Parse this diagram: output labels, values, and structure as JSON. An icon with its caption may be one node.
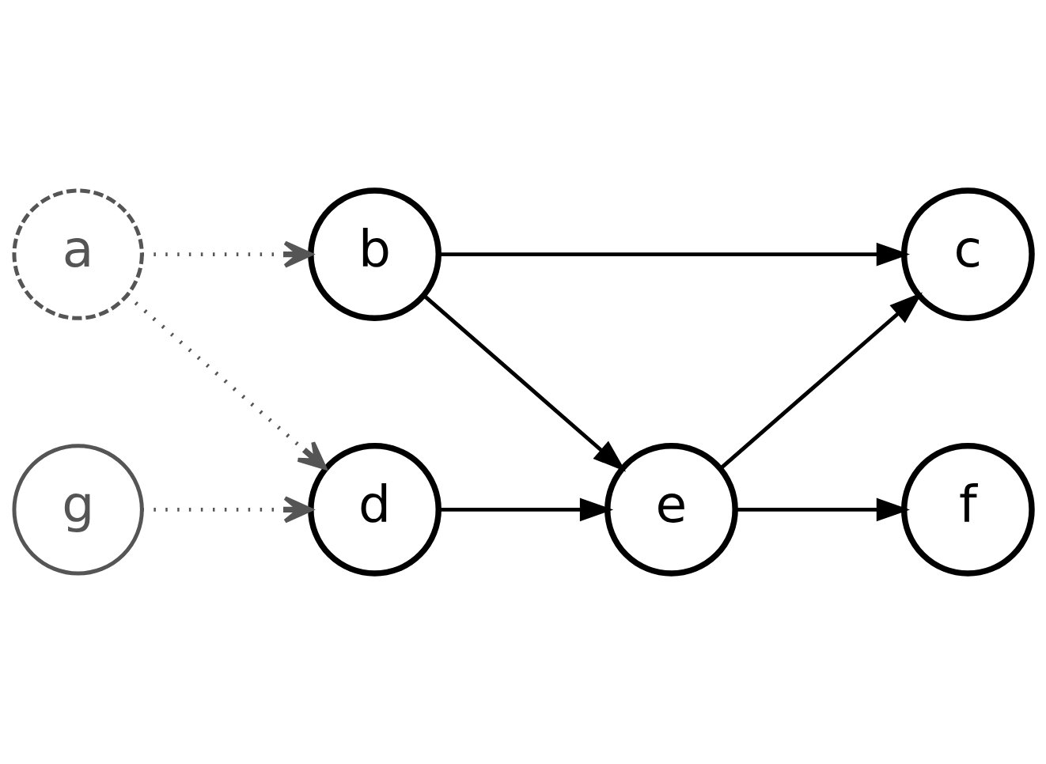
{
  "diagram": {
    "nodes": [
      {
        "text": [
          "a"
        ]
      },
      {
        "text": [
          "b"
        ]
      },
      {
        "text": [
          "c"
        ]
      },
      {
        "text": [
          "d"
        ]
      },
      {
        "text": [
          "e"
        ]
      },
      {
        "text": [
          "f"
        ]
      },
      {
        "text": [
          "g"
        ]
      }
    ],
    "edges": [
      {
        "from": 0,
        "to": 1,
        "arrow": "to",
        "style": "dashed",
        "color": "#555555"
      },
      {
        "from": 1,
        "to": 2,
        "arrow": "to"
      },
      {
        "from": 1,
        "to": 4,
        "arrow": "to"
      },
      {
        "from": 4,
        "to": 2,
        "arrow": "to"
      },
      {
        "from": 0,
        "to": 3,
        "arrow": "to",
        "style": "dashed",
        "color": "#555555"
      },
      {
        "from": 3,
        "to": 4,
        "arrow": "to"
      },
      {
        "from": 4,
        "to": 5,
        "arrow": "to"
      },
      {
        "from": 6,
        "to": 3,
        "arrow": "to",
        "style": "dashed",
        "color": "#555555"
      }
    ]
  }
}
